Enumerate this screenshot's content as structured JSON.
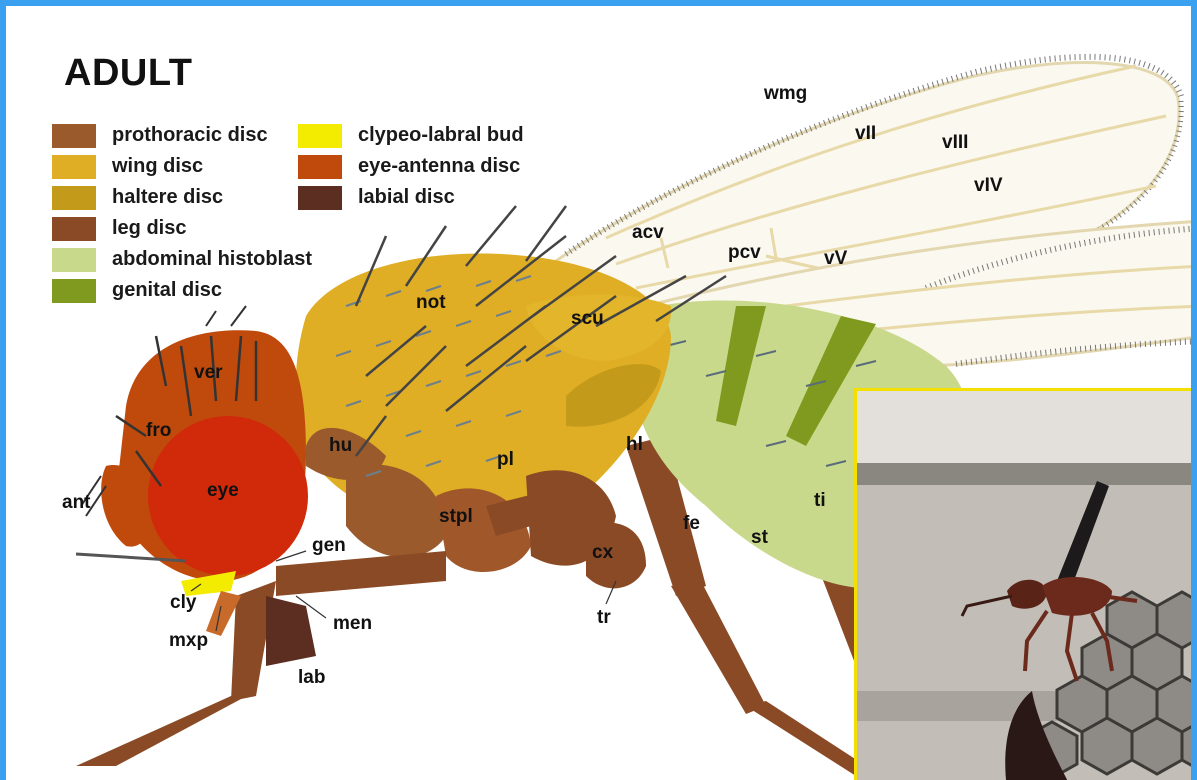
{
  "title": "ADULT",
  "legend_left": [
    {
      "label": "prothoracic disc",
      "color": "#9a5a2c"
    },
    {
      "label": "wing disc",
      "color": "#dfae25"
    },
    {
      "label": "haltere disc",
      "color": "#c49a1a"
    },
    {
      "label": "leg disc",
      "color": "#8a4a26"
    },
    {
      "label": "abdominal histoblast",
      "color": "#c9d98c"
    },
    {
      "label": "genital disc",
      "color": "#7f9a1e"
    }
  ],
  "legend_right": [
    {
      "label": "clypeo-labral bud",
      "color": "#f4ec00"
    },
    {
      "label": "eye-antenna disc",
      "color": "#c04a0c"
    },
    {
      "label": "labial disc",
      "color": "#5c2e22"
    }
  ],
  "labels": {
    "wmg": "wmg",
    "vII": "vII",
    "vIII": "vIII",
    "vIV": "vIV",
    "vV": "vV",
    "acv": "acv",
    "pcv": "pcv",
    "not": "not",
    "scu": "scu",
    "ver": "ver",
    "fro": "fro",
    "hu": "hu",
    "eye": "eye",
    "ant": "ant",
    "pl": "pl",
    "hl": "hl",
    "stpl": "stpl",
    "gen": "gen",
    "fe": "fe",
    "ti": "ti",
    "st": "st",
    "cx": "cx",
    "tr": "tr",
    "cly": "cly",
    "mxp": "mxp",
    "men": "men",
    "lab": "lab"
  }
}
